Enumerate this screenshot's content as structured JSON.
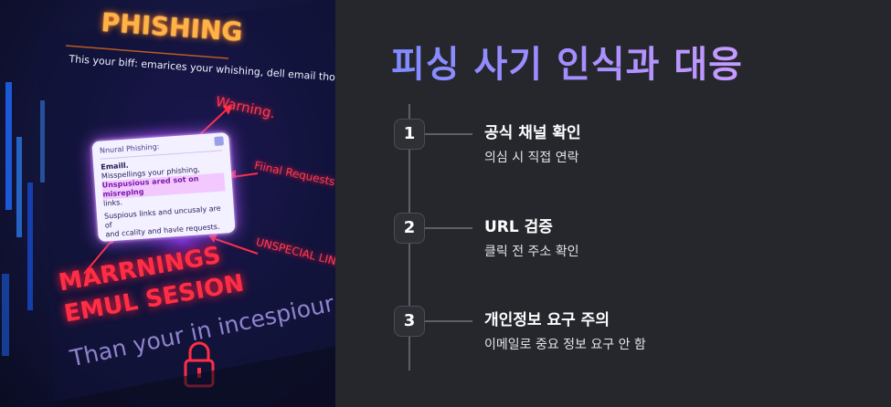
{
  "illustration": {
    "title": "PHISHING",
    "intro": "This your biff: emarices your whishing, dell email thous an lyour for the are sou eu nis phister's email the email?",
    "card_header": "Nnural Phishing:",
    "card_email_label": "Emaill.",
    "card_line1": "Misspellings your phishing,",
    "card_line2": "Unspusious ared sot on misreplng",
    "card_line3": "links.",
    "card_line4": "Suspious links and uncusaly are of",
    "card_line5": "and ccality and havle requests.",
    "label_warning": "Warning.",
    "label_final": "Fiinal Requests",
    "label_unspecial": "UNSPECIAL LINKS",
    "big_line1": "MARRNINGS",
    "big_line2": "EMUL SESION",
    "bottom_text": "Than your in incespiour thing ant in atseence.",
    "colors": {
      "accent_orange": "#ffb347",
      "warning_red": "#ff2e45",
      "glow_purple": "#b55cff"
    }
  },
  "page": {
    "title": "피싱 사기 인식과 대응",
    "title_gradient": [
      "#7f8bff",
      "#c79bff"
    ],
    "background": "#25272d"
  },
  "steps": [
    {
      "number": "1",
      "title": "공식 채널 확인",
      "description": "의심 시 직접 연락"
    },
    {
      "number": "2",
      "title": "URL 검증",
      "description": "클릭 전 주소 확인"
    },
    {
      "number": "3",
      "title": "개인정보 요구 주의",
      "description": "이메일로 중요 정보 요구 안 함"
    }
  ]
}
